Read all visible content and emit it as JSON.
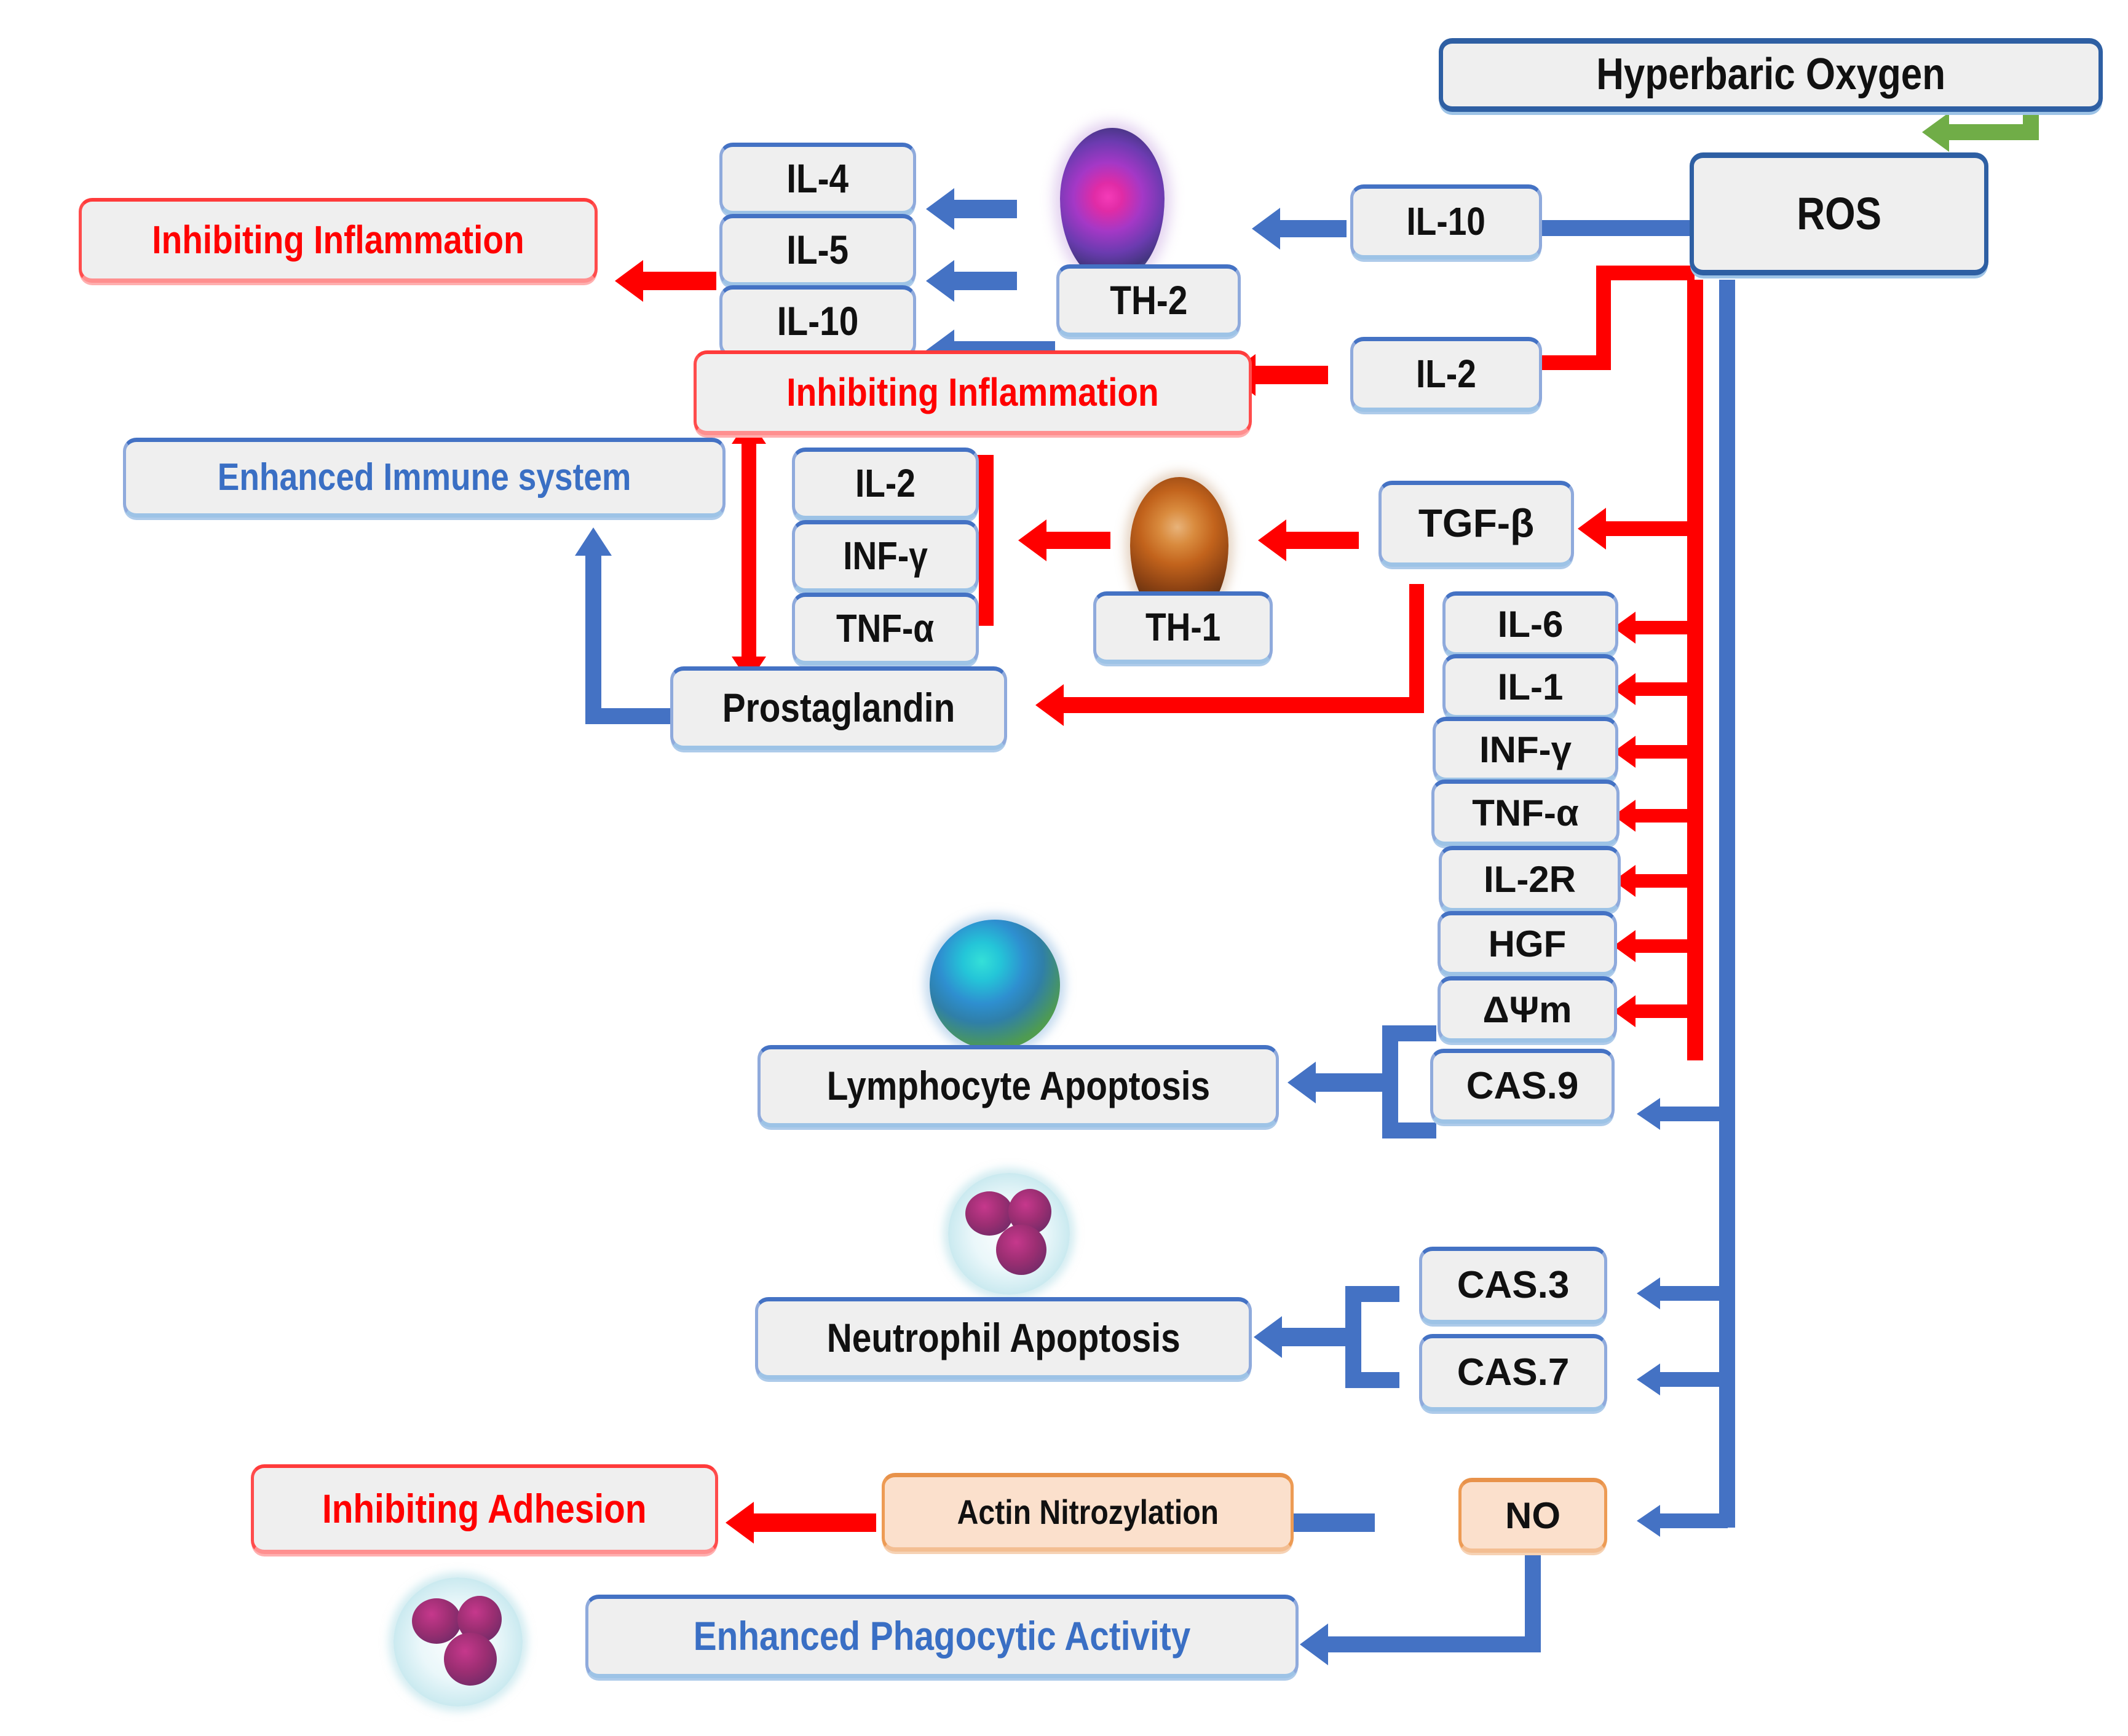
{
  "diagram": {
    "title": "Hyperbaric Oxygen immunomodulation pathway",
    "colors": {
      "blue_arrow": "#4472C4",
      "red_arrow": "#FF0000",
      "green_arrow": "#70AD47",
      "blue_border": "#8FAADC",
      "red_border": "#FF4C4C",
      "orange_fill": "#FBE0CC",
      "orange_border": "#ED9B54",
      "node_fill": "#EFEFEF",
      "blue_text": "#3A6FC4",
      "red_text": "#FF0000"
    }
  },
  "nodes": {
    "hyperbaric_oxygen": "Hyperbaric  Oxygen",
    "ros": "ROS",
    "il4": "IL-4",
    "il5": "IL-5",
    "il10_left": "IL-10",
    "il10_right": "IL-10",
    "th2": "TH-2",
    "inhibiting_inflammation_1": "Inhibiting Inflammation",
    "inhibiting_inflammation_2": "Inhibiting Inflammation",
    "il2_right": "IL-2",
    "enhanced_immune_system": "Enhanced Immune system",
    "il2_th1": "IL-2",
    "infg_th1": "INF-γ",
    "tnfa_th1": "TNF-α",
    "th1": "TH-1",
    "tgfb": "TGF-β",
    "prostaglandin": "Prostaglandin",
    "il6": "IL-6",
    "il1": "IL-1",
    "infg": "INF-γ",
    "tnfa": "TNF-α",
    "il2r": "IL-2R",
    "hgf": "HGF",
    "dpsim": "ΔΨm",
    "cas9": "CAS.9",
    "cas3": "CAS.3",
    "cas7": "CAS.7",
    "lymphocyte_apoptosis": "Lymphocyte Apoptosis",
    "neutrophil_apoptosis": "Neutrophil Apoptosis",
    "inhibiting_adhesion": "Inhibiting Adhesion",
    "actin_nitrozylation": "Actin Nitrozylation",
    "no": "NO",
    "enhanced_phagocytic_activity": "Enhanced Phagocytic Activity"
  },
  "cells": {
    "th2_cell": "th2-lymphocyte-micrograph",
    "th1_cell": "th1-lymphocyte-micrograph",
    "lymphocyte_cell": "lymphocyte-micrograph",
    "neutrophil_cell_upper": "neutrophil-micrograph",
    "neutrophil_cell_lower": "neutrophil-micrograph"
  }
}
